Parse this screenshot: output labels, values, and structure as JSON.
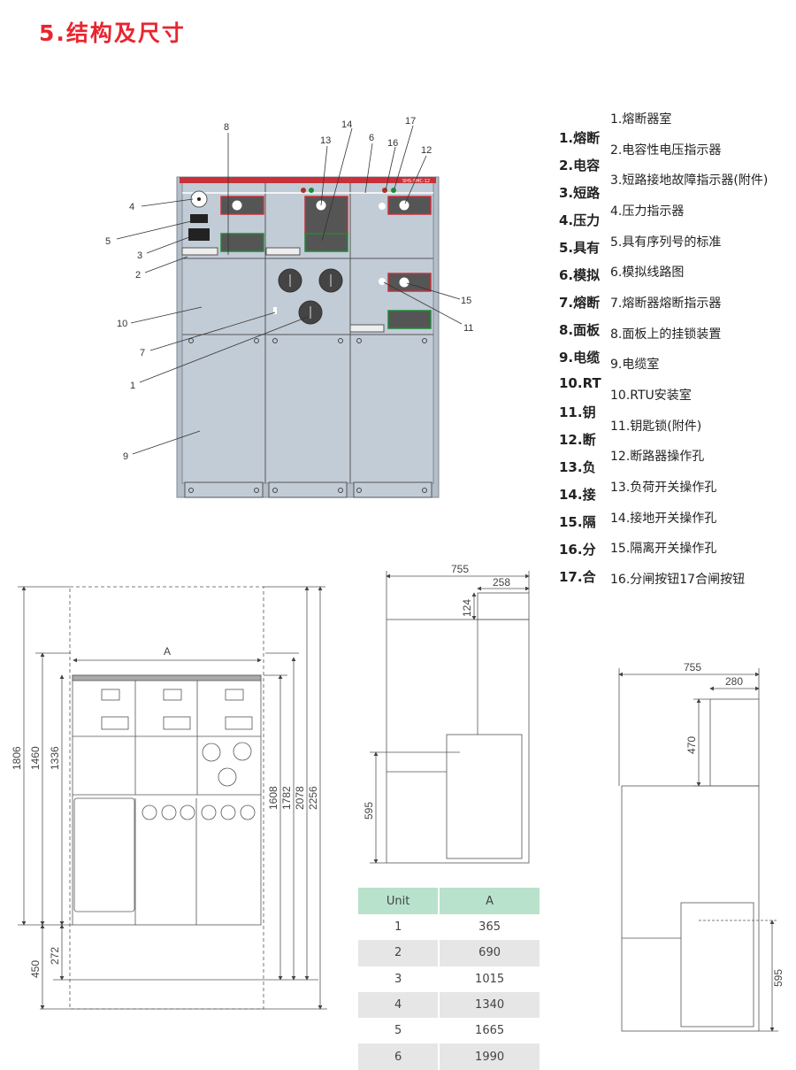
{
  "title": "5.结构及尺寸",
  "panel": {
    "nameplate": "SHS-SMC-12",
    "callouts": {
      "c1": "1",
      "c2": "2",
      "c3": "3",
      "c4": "4",
      "c5": "5",
      "c6": "6",
      "c7": "7",
      "c8": "8",
      "c9": "9",
      "c10": "10",
      "c11": "11",
      "c12": "12",
      "c13": "13",
      "c14": "14",
      "c15": "15",
      "c16": "16",
      "c17": "17"
    },
    "colors": {
      "red": "#c8313a",
      "green": "#1e8a3c",
      "panel": "#c2ccd6",
      "frame": "#8e99a4"
    }
  },
  "legend_clipped": [
    "1.熔断",
    "2.电容",
    "3.短路",
    "4.压力",
    "5.具有",
    "6.模拟",
    "7.熔断",
    "8.面板",
    "9.电缆",
    "10.RT",
    "11.钥",
    "12.断",
    "13.负",
    "14.接",
    "15.隔",
    "16.分",
    "17.合"
  ],
  "legend": [
    "1.熔断器室",
    "2.电容性电压指示器",
    "3.短路接地故障指示器(附件)",
    "4.压力指示器",
    "5.具有序列号的标准",
    "6.模拟线路图",
    "7.熔断器熔断指示器",
    "8.面板上的挂锁装置",
    "9.电缆室",
    "10.RTU安装室",
    "11.钥匙锁(附件)",
    "12.断路器操作孔",
    "13.负荷开关操作孔",
    "14.接地开关操作孔",
    "15.隔离开关操作孔",
    "16.分闸按钮17合闸按钮"
  ],
  "front_view": {
    "width_label": "A",
    "d1806": "1806",
    "d1460": "1460",
    "d1336": "1336",
    "d450": "450",
    "d272": "272",
    "d1608": "1608",
    "d1782": "1782",
    "d2078": "2078",
    "d2256": "2256"
  },
  "side_view_1": {
    "d755": "755",
    "d258": "258",
    "d124": "124",
    "d595": "595"
  },
  "side_view_2": {
    "d755": "755",
    "d280": "280",
    "d470": "470",
    "d595": "595"
  },
  "table": {
    "headers": [
      "Unit",
      "A"
    ],
    "rows": [
      [
        "1",
        "365"
      ],
      [
        "2",
        "690"
      ],
      [
        "3",
        "1015"
      ],
      [
        "4",
        "1340"
      ],
      [
        "5",
        "1665"
      ],
      [
        "6",
        "1990"
      ]
    ]
  }
}
